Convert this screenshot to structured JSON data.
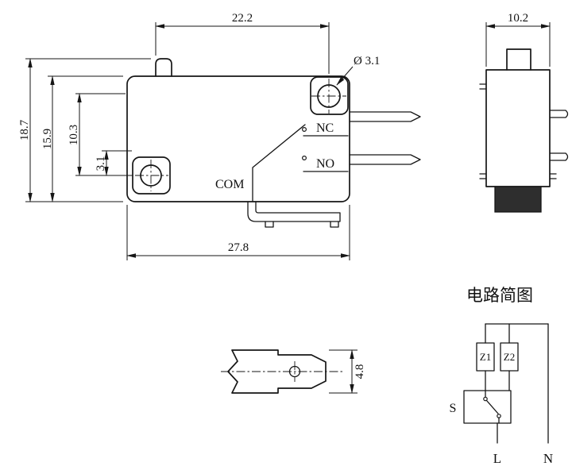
{
  "drawing": {
    "front_view": {
      "dim_width_top": "22.2",
      "dim_hole_dia": "Ø 3.1",
      "dim_height_total": "18.7",
      "dim_height_body": "15.9",
      "dim_hole_span": "10.3",
      "dim_hole_offset": "3.1",
      "dim_width_bottom": "27.8",
      "label_nc": "NC",
      "label_no": "NO",
      "label_com": "COM"
    },
    "side_view": {
      "dim_width": "10.2"
    },
    "terminal_view": {
      "dim_height": "4.8"
    },
    "circuit": {
      "title": "电路简图",
      "impedance1": "Z1",
      "impedance2": "Z2",
      "switch_label": "S",
      "line_label": "L",
      "neutral_label": "N"
    }
  }
}
